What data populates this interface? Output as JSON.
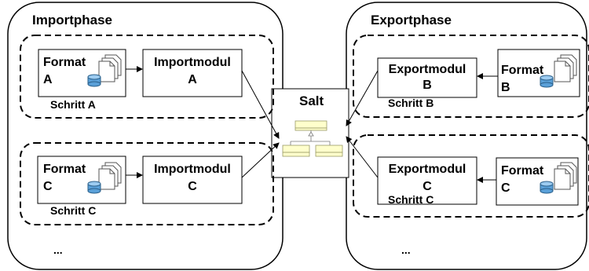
{
  "import_phase": {
    "title": "Importphase",
    "steps": [
      {
        "format_word": "Format",
        "format_letter": "A",
        "module_line1": "Importmodul",
        "module_line2": "A",
        "step_label": "Schritt A"
      },
      {
        "format_word": "Format",
        "format_letter": "C",
        "module_line1": "Importmodul",
        "module_line2": "C",
        "step_label": "Schritt C"
      }
    ],
    "ellipsis": "..."
  },
  "export_phase": {
    "title": "Exportphase",
    "steps": [
      {
        "format_word": "Format",
        "format_letter": "B",
        "module_line1": "Exportmodul",
        "module_line2": "B",
        "step_label": "Schritt B"
      },
      {
        "format_word": "Format",
        "format_letter": "C",
        "module_line1": "Exportmodul",
        "module_line2": "C",
        "step_label": "Schritt C"
      }
    ],
    "ellipsis": "..."
  },
  "salt": {
    "title": "Salt"
  },
  "colors": {
    "stroke": "#000000",
    "cylinder": "#5aa0d8",
    "class_fill": "#ffffcc",
    "class_stroke": "#999966"
  },
  "icons": [
    "document-stack-icon",
    "database-cylinder-icon",
    "uml-class-diagram-icon",
    "arrow-icon"
  ]
}
